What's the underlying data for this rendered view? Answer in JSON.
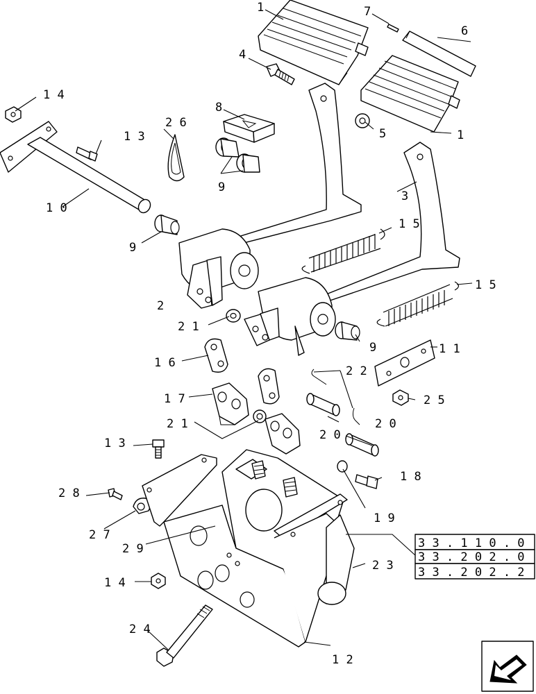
{
  "callouts": {
    "c1a": "1",
    "c1b": "1",
    "c2": "2",
    "c3": "3",
    "c4": "4",
    "c5": "5",
    "c6": "6",
    "c7": "7",
    "c8": "8",
    "c9a": "9",
    "c9b": "9",
    "c9c": "9",
    "c10": "1 0",
    "c11": "1 1",
    "c12": "1 2",
    "c13a": "1 3",
    "c13b": "1 3",
    "c14a": "1 4",
    "c14b": "1 4",
    "c15a": "1 5",
    "c15b": "1 5",
    "c16": "1 6",
    "c17": "1 7",
    "c18": "1 8",
    "c19": "1 9",
    "c20a": "2 0",
    "c20b": "2 0",
    "c21a": "2 1",
    "c21b": "2 1",
    "c22": "2 2",
    "c23": "2 3",
    "c24": "2 4",
    "c25": "2 5",
    "c26": "2 6",
    "c27": "2 7",
    "c28": "2 8",
    "c29": "2 9"
  },
  "references": [
    "3 3 . 1 1 0 . 0",
    "3 3 . 2 0 2 . 0",
    "3 3 . 2 0 2 . 2"
  ],
  "nav_icon": "arrow-icon"
}
